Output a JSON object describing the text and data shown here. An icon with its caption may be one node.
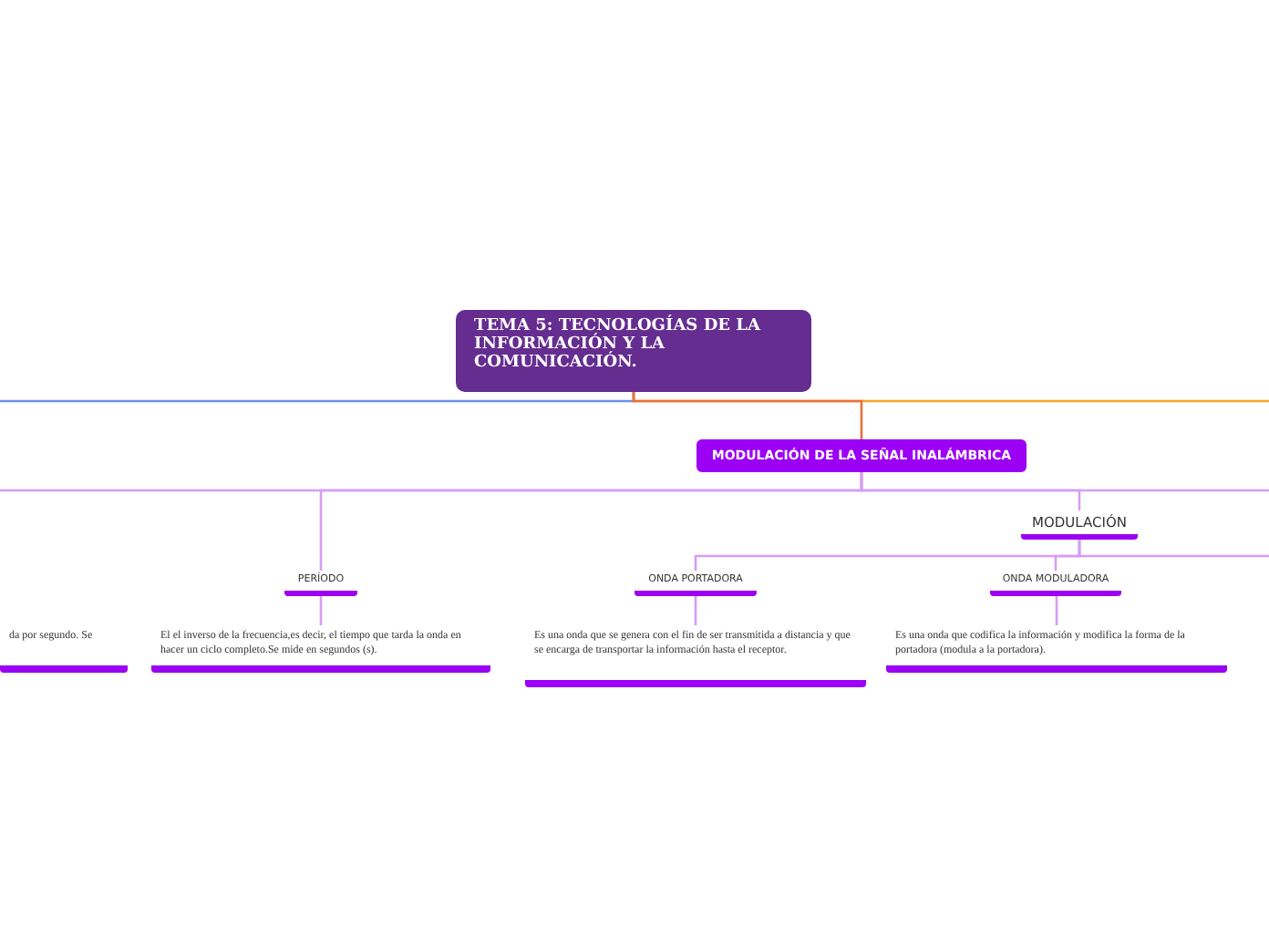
{
  "diagram": {
    "nodes": [
      {
        "text": [
          "TEMA 5: TECNOLOGÍAS DE LA INFORMACIÓN Y LA COMUNICACIÓN."
        ]
      },
      {
        "text": [
          "MODULACIÓN DE LA SEÑAL INALÁMBRICA"
        ]
      },
      {
        "text": [
          "MODULACIÓN"
        ]
      },
      {
        "text": [
          "PERÍODO"
        ]
      },
      {
        "text": [
          "El el inverso de la frecuencia,es decir, el tiempo que tarda la onda en hacer un ciclo completo.Se mide en segundos (s)."
        ]
      },
      {
        "text": [
          "ONDA PORTADORA"
        ]
      },
      {
        "text": [
          "Es una onda que se genera con el fin de ser transmitida a distancia y que se encarga de transportar la información hasta el receptor."
        ]
      },
      {
        "text": [
          "ONDA MODULADORA"
        ]
      },
      {
        "text": [
          "Es una onda que codifica la información y modifica la forma de la portadora (modula a la portadora)."
        ]
      },
      {
        "text": [
          "da por segundo. Se"
        ]
      }
    ],
    "edges": [
      {
        "from": 0,
        "to": 1,
        "arrow": "none",
        "color": "#e8703a"
      },
      {
        "from": 0,
        "to": null,
        "arrow": "none",
        "color": "#6d8ff0"
      },
      {
        "from": 0,
        "to": null,
        "arrow": "none",
        "color": "#f5a623"
      },
      {
        "from": 1,
        "to": 3,
        "arrow": "none"
      },
      {
        "from": 1,
        "to": 2,
        "arrow": "none"
      },
      {
        "from": 1,
        "to": null,
        "arrow": "none"
      },
      {
        "from": 1,
        "to": null,
        "arrow": "none"
      },
      {
        "from": 2,
        "to": 5,
        "arrow": "none"
      },
      {
        "from": 2,
        "to": 7,
        "arrow": "none"
      },
      {
        "from": 2,
        "to": null,
        "arrow": "none"
      },
      {
        "from": 3,
        "to": 4,
        "arrow": "none"
      },
      {
        "from": 5,
        "to": 6,
        "arrow": "none"
      },
      {
        "from": 7,
        "to": 8,
        "arrow": "none"
      }
    ]
  }
}
